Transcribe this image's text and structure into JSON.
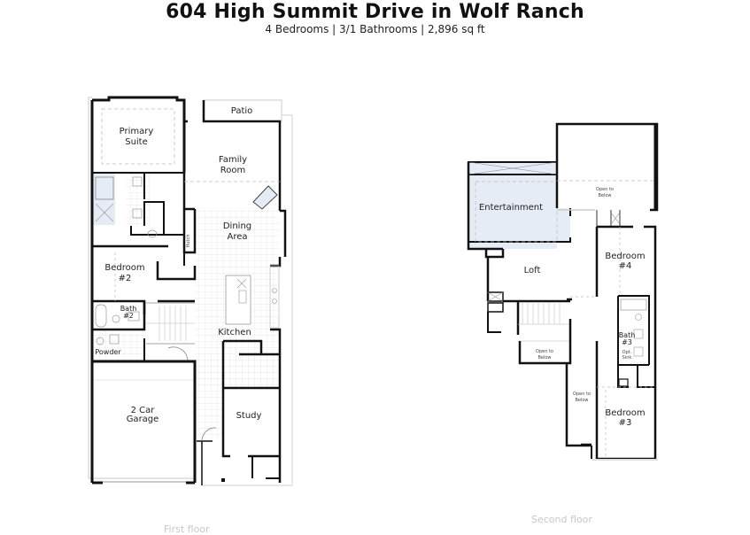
{
  "header": {
    "title": "604 High Summit Drive in Wolf Ranch",
    "subtitle": "4 Bedrooms | 3/1 Bathrooms | 2,896 sq ft"
  },
  "first_floor": {
    "label": "First floor",
    "rooms": {
      "patio": "Patio",
      "primary_suite_1": "Primary",
      "primary_suite_2": "Suite",
      "family_room_1": "Family",
      "family_room_2": "Room",
      "dining_1": "Dining",
      "dining_2": "Area",
      "hutch": "Hutch",
      "bedroom2_1": "Bedroom",
      "bedroom2_2": "#2",
      "bath2_1": "Bath",
      "bath2_2": "#2",
      "powder": "Powder",
      "kitchen": "Kitchen",
      "garage_1": "2 Car",
      "garage_2": "Garage",
      "study": "Study"
    }
  },
  "second_floor": {
    "label": "Second floor",
    "rooms": {
      "entertainment": "Entertainment",
      "open_below_top_1": "Open to",
      "open_below_top_2": "Below",
      "loft": "Loft",
      "bedroom4_1": "Bedroom",
      "bedroom4_2": "#4",
      "bath3_1": "Bath",
      "bath3_2": "#3",
      "opt_sink_1": "Opt.",
      "opt_sink_2": "Sink",
      "open_below_stair_1": "Open to",
      "open_below_stair_2": "Below",
      "open_below_side_1": "Open to",
      "open_below_side_2": "Below",
      "bedroom3_1": "Bedroom",
      "bedroom3_2": "#3"
    }
  },
  "colors": {
    "wall": "#111111",
    "highlight_fill": "#e6ecf5",
    "grid": "#e4e4e4",
    "dashed": "#bbbbbb"
  }
}
